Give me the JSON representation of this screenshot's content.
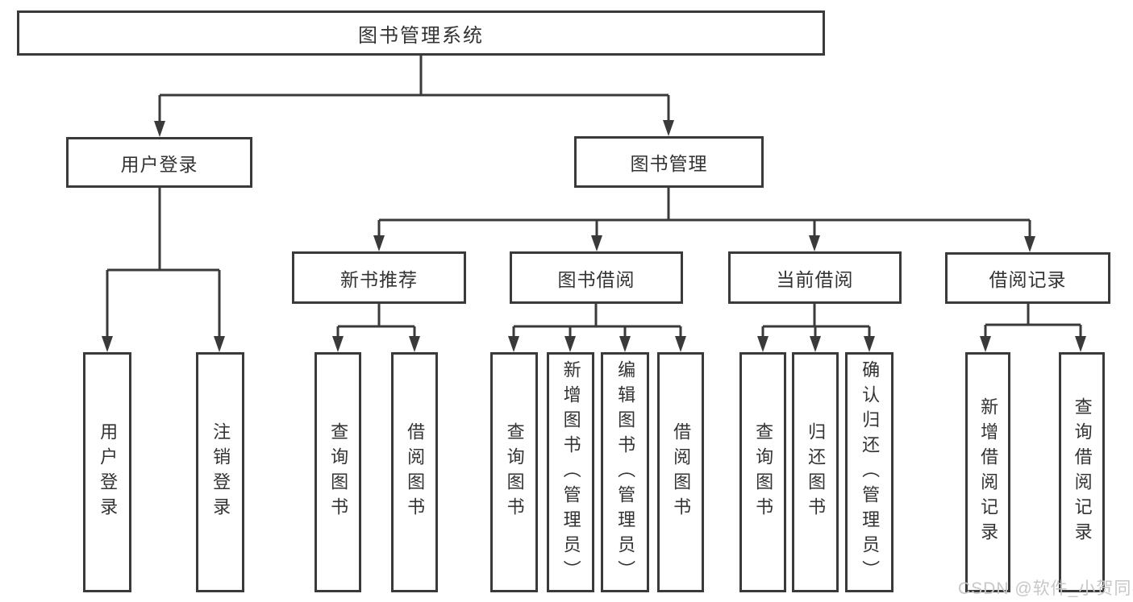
{
  "diagram": {
    "root": {
      "label": "图书管理系统"
    },
    "level2": [
      {
        "label": "用户登录"
      },
      {
        "label": "图书管理"
      }
    ],
    "level3": [
      {
        "label": "新书推荐"
      },
      {
        "label": "图书借阅"
      },
      {
        "label": "当前借阅"
      },
      {
        "label": "借阅记录"
      }
    ],
    "leaves": {
      "login": [
        "用户登录",
        "注销登录"
      ],
      "new_books": [
        "查询图书",
        "借阅图书"
      ],
      "book_borrow": [
        "查询图书",
        "新增图书（管理员）",
        "编辑图书（管理员）",
        "借阅图书"
      ],
      "current_borrow": [
        "查询图书",
        "归还图书",
        "确认归还（管理员）"
      ],
      "borrow_records": [
        "新增借阅记录",
        "查询借阅记录"
      ]
    }
  },
  "watermark": "CSDN @软件_小贺同学",
  "colors": {
    "line": "#3a3a3a",
    "text": "#333333",
    "watermark": "#c7c7c7"
  }
}
